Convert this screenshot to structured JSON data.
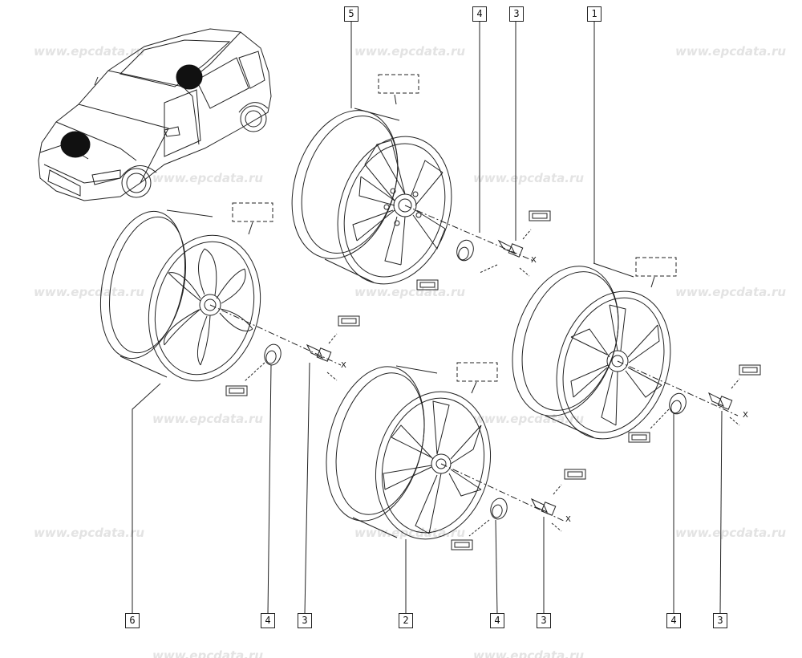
{
  "watermark": "www.epcdata.ru",
  "callout_numbers": {
    "c5": "5",
    "c4_top": "4",
    "c3_top": "3",
    "c1": "1",
    "c6": "6",
    "c4_a": "4",
    "c3_a": "3",
    "c2": "2",
    "c4_b": "4",
    "c3_b": "3",
    "c4_c": "4",
    "c3_c": "3"
  },
  "dimension_label": "X",
  "colors": {
    "line": "#222222",
    "watermark": "#e3e3e3",
    "fill_dark": "#111111"
  }
}
